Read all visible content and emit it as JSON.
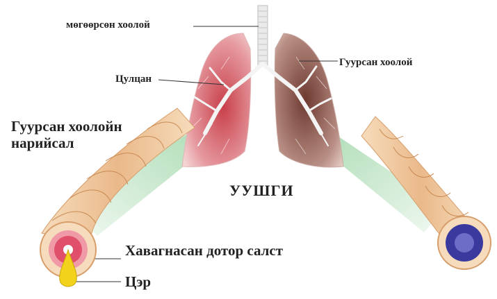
{
  "labels": {
    "trachea": "мөгөөрсөн хоолой",
    "alveoli": "Цулцан",
    "bronchus": "Гуурсан хоолой",
    "bronchiole_line1": "Гуурсан хоолойн",
    "bronchiole_line2": "нарийсал",
    "lungs": "УУШГИ",
    "inner_lining": "Хавагнасан дотор салст",
    "mucus": "Цэр"
  },
  "colors": {
    "healthy_lung": "#c8404a",
    "diseased_lung": "#6e3a30",
    "airway_tube": "#eab98a",
    "inflamed_lumen": "#e0506a",
    "healthy_lumen": "#3a3a9e",
    "mucus": "#f2d21a",
    "zoom_highlight": "#9fd6a8"
  }
}
